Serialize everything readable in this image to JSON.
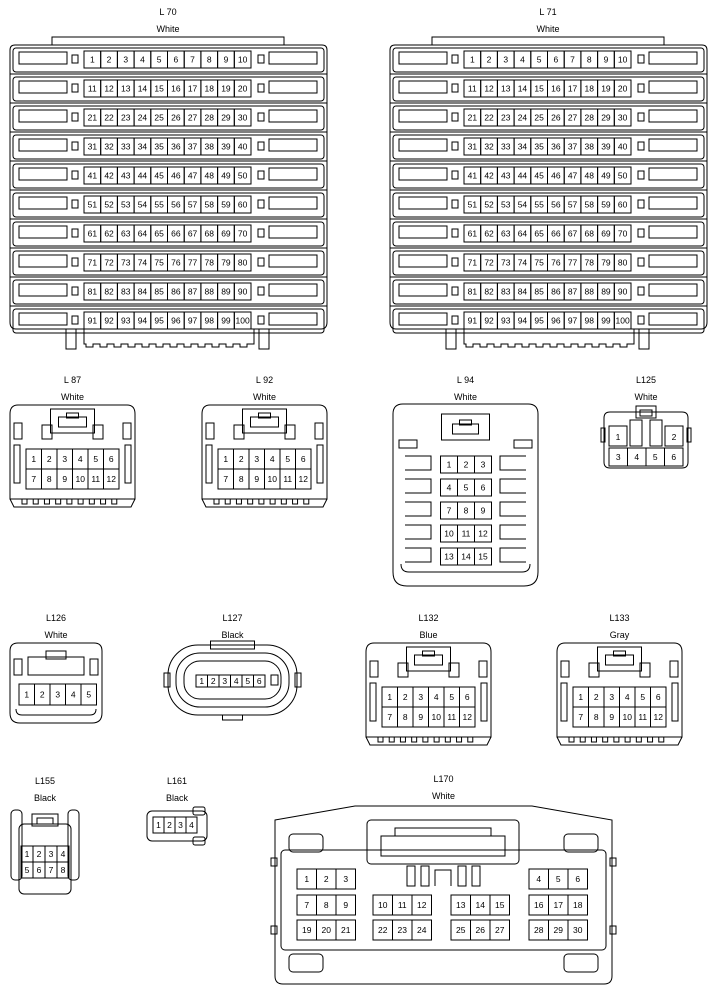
{
  "connectors": [
    {
      "id": "L 70",
      "color": "White",
      "pins": 100
    },
    {
      "id": "L 71",
      "color": "White",
      "pins": 100
    },
    {
      "id": "L 87",
      "color": "White",
      "pins": 12
    },
    {
      "id": "L 92",
      "color": "White",
      "pins": 12
    },
    {
      "id": "L 94",
      "color": "White",
      "pins": 15
    },
    {
      "id": "L125",
      "color": "White",
      "pins": 6
    },
    {
      "id": "L126",
      "color": "White",
      "pins": 5
    },
    {
      "id": "L127",
      "color": "Black",
      "pins": 6
    },
    {
      "id": "L132",
      "color": "Blue",
      "pins": 12
    },
    {
      "id": "L133",
      "color": "Gray",
      "pins": 12
    },
    {
      "id": "L155",
      "color": "Black",
      "pins": 8
    },
    {
      "id": "L161",
      "color": "Black",
      "pins": 4
    },
    {
      "id": "L170",
      "color": "White",
      "pins": 30
    }
  ]
}
